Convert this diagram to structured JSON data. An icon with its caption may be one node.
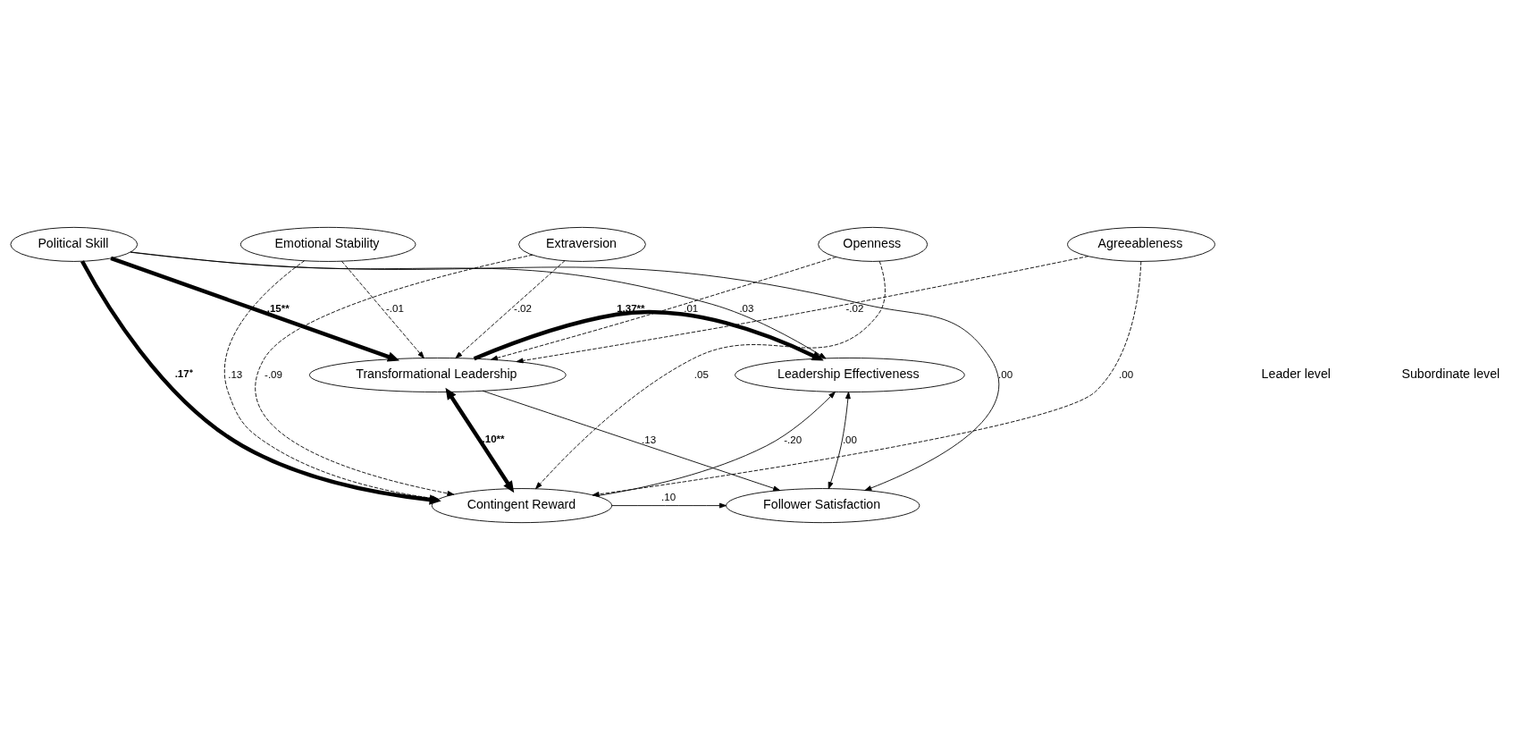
{
  "diagram": {
    "nodes": [
      {
        "text": [
          "Political Skill"
        ]
      },
      {
        "text": [
          "Emotional Stability"
        ]
      },
      {
        "text": [
          "Extraversion"
        ]
      },
      {
        "text": [
          "Openness"
        ]
      },
      {
        "text": [
          "Agreeableness"
        ]
      },
      {
        "text": [
          "Transformational Leadership"
        ]
      },
      {
        "text": [
          "Contingent Reward"
        ]
      },
      {
        "text": [
          "Leadership Effectiveness"
        ]
      },
      {
        "text": [
          "Follower Satisfaction"
        ]
      }
    ],
    "edges": [
      {
        "from": 0,
        "to": 5,
        "arrow": "to",
        "label": ".15**",
        "style": "thick"
      },
      {
        "from": 0,
        "to": 6,
        "arrow": "to",
        "label": ".17⁺",
        "style": "thick"
      },
      {
        "from": 5,
        "to": 6,
        "arrow": "both",
        "label": ".10**",
        "style": "thick"
      },
      {
        "from": 0,
        "to": 7,
        "arrow": "to",
        "label": ".03"
      },
      {
        "from": 0,
        "to": 8,
        "arrow": "to",
        "label": ".00"
      },
      {
        "from": 1,
        "to": 5,
        "arrow": "to",
        "label": "-.01",
        "style": "dashed"
      },
      {
        "from": 1,
        "to": 6,
        "arrow": "to",
        "label": ".13",
        "style": "dashed"
      },
      {
        "from": 2,
        "to": 5,
        "arrow": "to",
        "label": "-.02",
        "style": "dashed"
      },
      {
        "from": 2,
        "to": 6,
        "arrow": "to",
        "label": "-.09",
        "style": "dashed"
      },
      {
        "from": 3,
        "to": 5,
        "arrow": "to",
        "label": ".01",
        "style": "dashed"
      },
      {
        "from": 3,
        "to": 6,
        "arrow": "to",
        "label": ".05",
        "style": "dashed"
      },
      {
        "from": 4,
        "to": 5,
        "arrow": "to",
        "label": "-.02",
        "style": "dashed"
      },
      {
        "from": 4,
        "to": 6,
        "arrow": "to",
        "label": ".00",
        "style": "dashed"
      },
      {
        "from": 5,
        "to": 7,
        "arrow": "to",
        "label": "1.37**",
        "style": "thick"
      },
      {
        "from": 5,
        "to": 8,
        "arrow": "to",
        "label": ".13"
      },
      {
        "from": 6,
        "to": 7,
        "arrow": "to",
        "label": "-.20"
      },
      {
        "from": 6,
        "to": 8,
        "arrow": "to",
        "label": ".10"
      },
      {
        "from": 7,
        "to": 8,
        "arrow": "both",
        "label": ".00"
      }
    ],
    "labels": [
      "Leader level",
      "Subordinate level"
    ]
  }
}
